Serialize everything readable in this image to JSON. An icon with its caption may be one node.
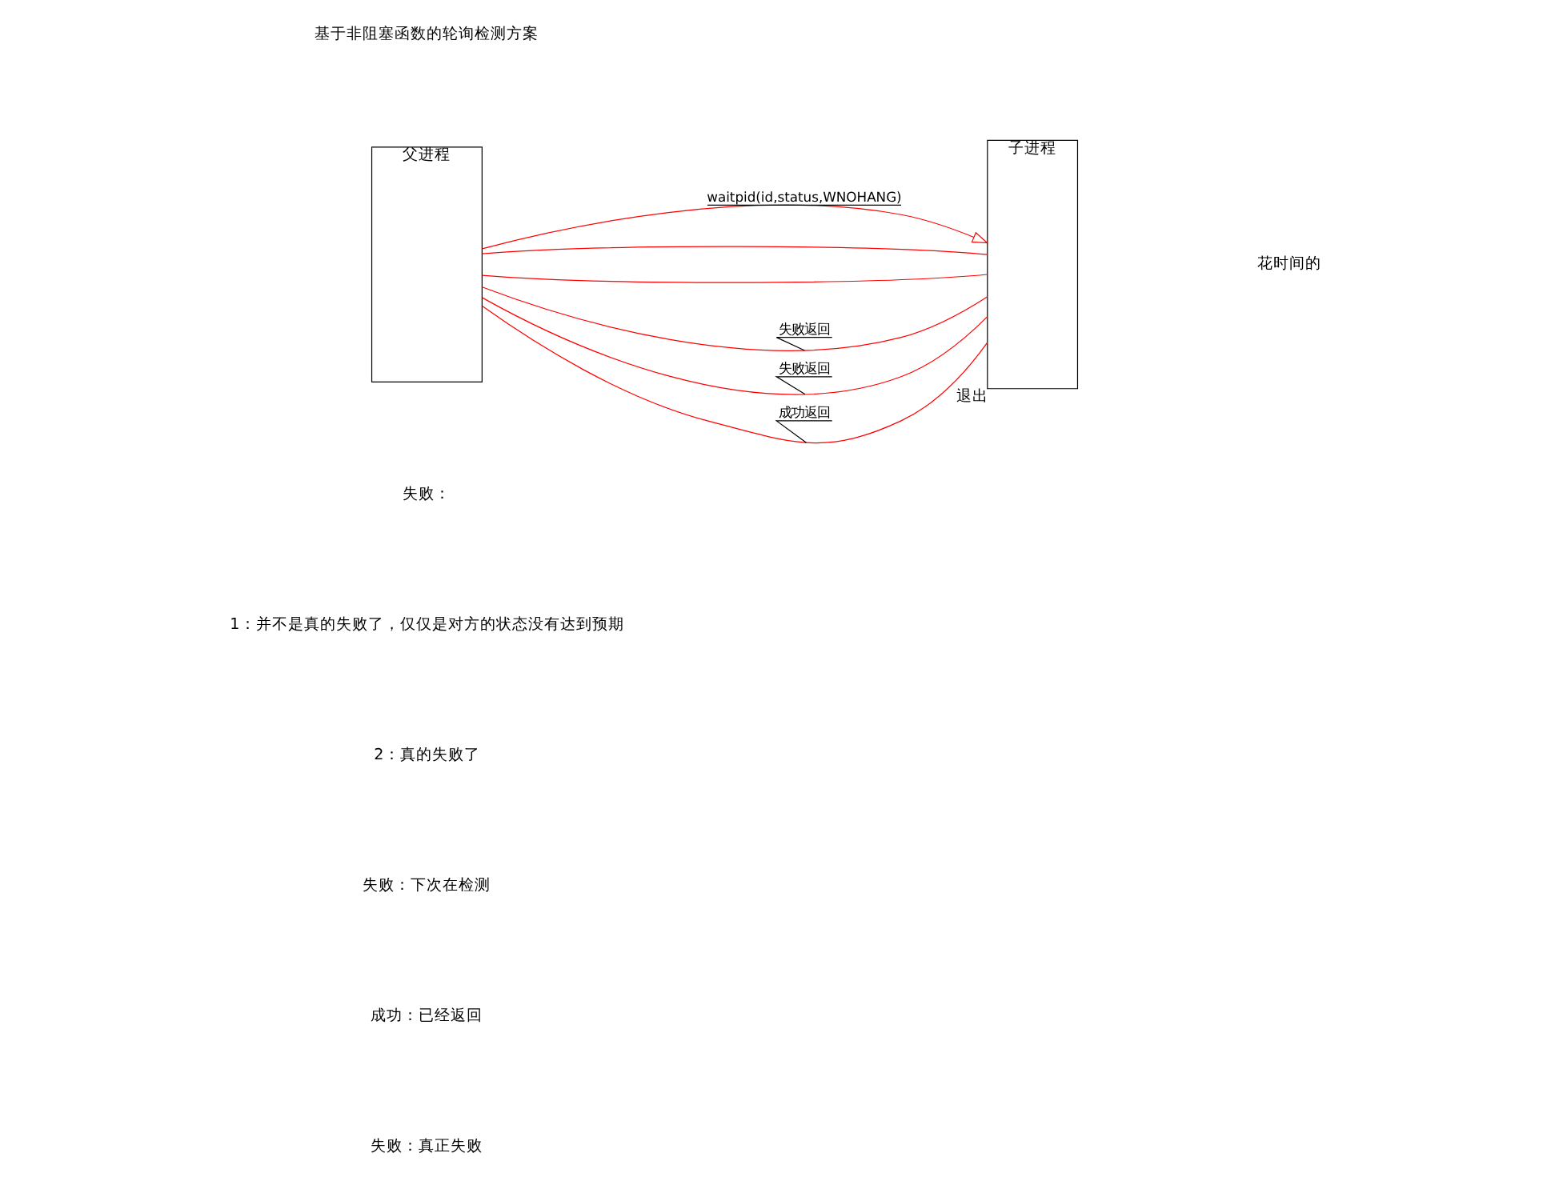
{
  "diagram": {
    "nodes": [
      {
        "text": [
          "父进程"
        ]
      },
      {
        "text": [
          "子进程"
        ],
        "beside": [
          "退出"
        ]
      }
    ],
    "edges": [
      {
        "from": 0,
        "to": 1,
        "arrow": "to",
        "label": "waitpid(id,status,WNOHANG)"
      },
      {
        "from": 1,
        "to": 0,
        "arrow": "none",
        "label": "失败返回"
      },
      {
        "from": 0,
        "to": 1,
        "arrow": "none"
      },
      {
        "from": 1,
        "to": 0,
        "arrow": "none",
        "label": "失败返回"
      },
      {
        "from": 0,
        "to": 1,
        "arrow": "none"
      },
      {
        "from": 1,
        "to": 0,
        "arrow": "none",
        "label": "成功返回"
      }
    ],
    "labels": [
      "基于非阻塞函数的轮询检测方案",
      "花时间的",
      "失败：",
      "1：并不是真的失败了，仅仅是对方的状态没有达到预期",
      "2：真的失败了",
      "失败：下次在检测",
      "成功：已经返回",
      "失败：真正失败"
    ]
  }
}
